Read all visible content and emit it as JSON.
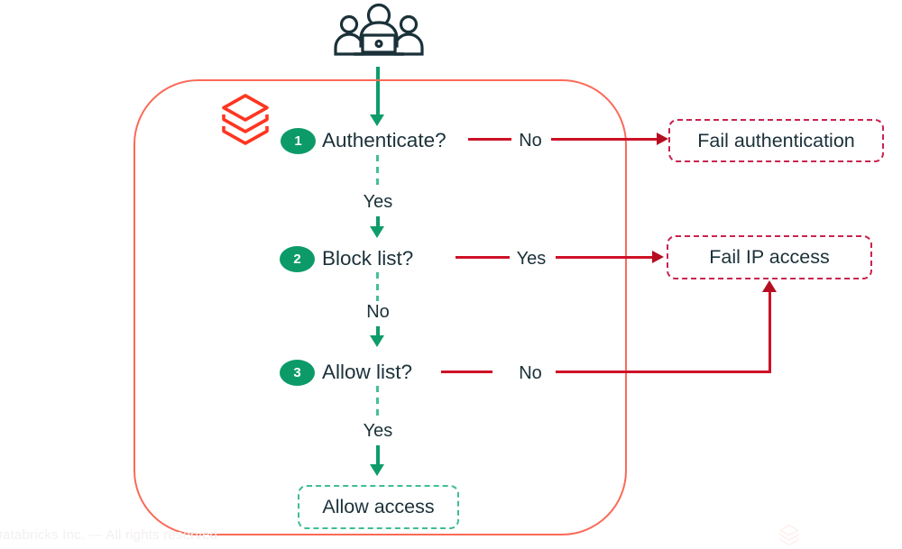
{
  "steps": [
    {
      "number": "1",
      "question": "Authenticate?",
      "branch_label": "No",
      "down_label": "Yes"
    },
    {
      "number": "2",
      "question": "Block list?",
      "branch_label": "Yes",
      "down_label": "No"
    },
    {
      "number": "3",
      "question": "Allow list?",
      "branch_label": "No",
      "down_label": "Yes"
    }
  ],
  "outcomes": {
    "fail_authentication": "Fail authentication",
    "fail_ip_access": "Fail IP access",
    "allow_access": "Allow access"
  },
  "footer_text": "Databricks Inc. — All rights reserved",
  "icons": {
    "users": "users-group-with-laptop-icon",
    "brand": "databricks-logo-icon",
    "watermark": "databricks-logo-watermark-icon"
  },
  "colors": {
    "text": "#1B3139",
    "green": "#0E9D6A",
    "green_dashed": "#45C096",
    "container_border": "#FB6A58",
    "brand_red": "#FF3621",
    "arrow_red": "#CE1126",
    "fail_box_border": "#C9234F",
    "allow_box_border": "#3FBE8E"
  }
}
